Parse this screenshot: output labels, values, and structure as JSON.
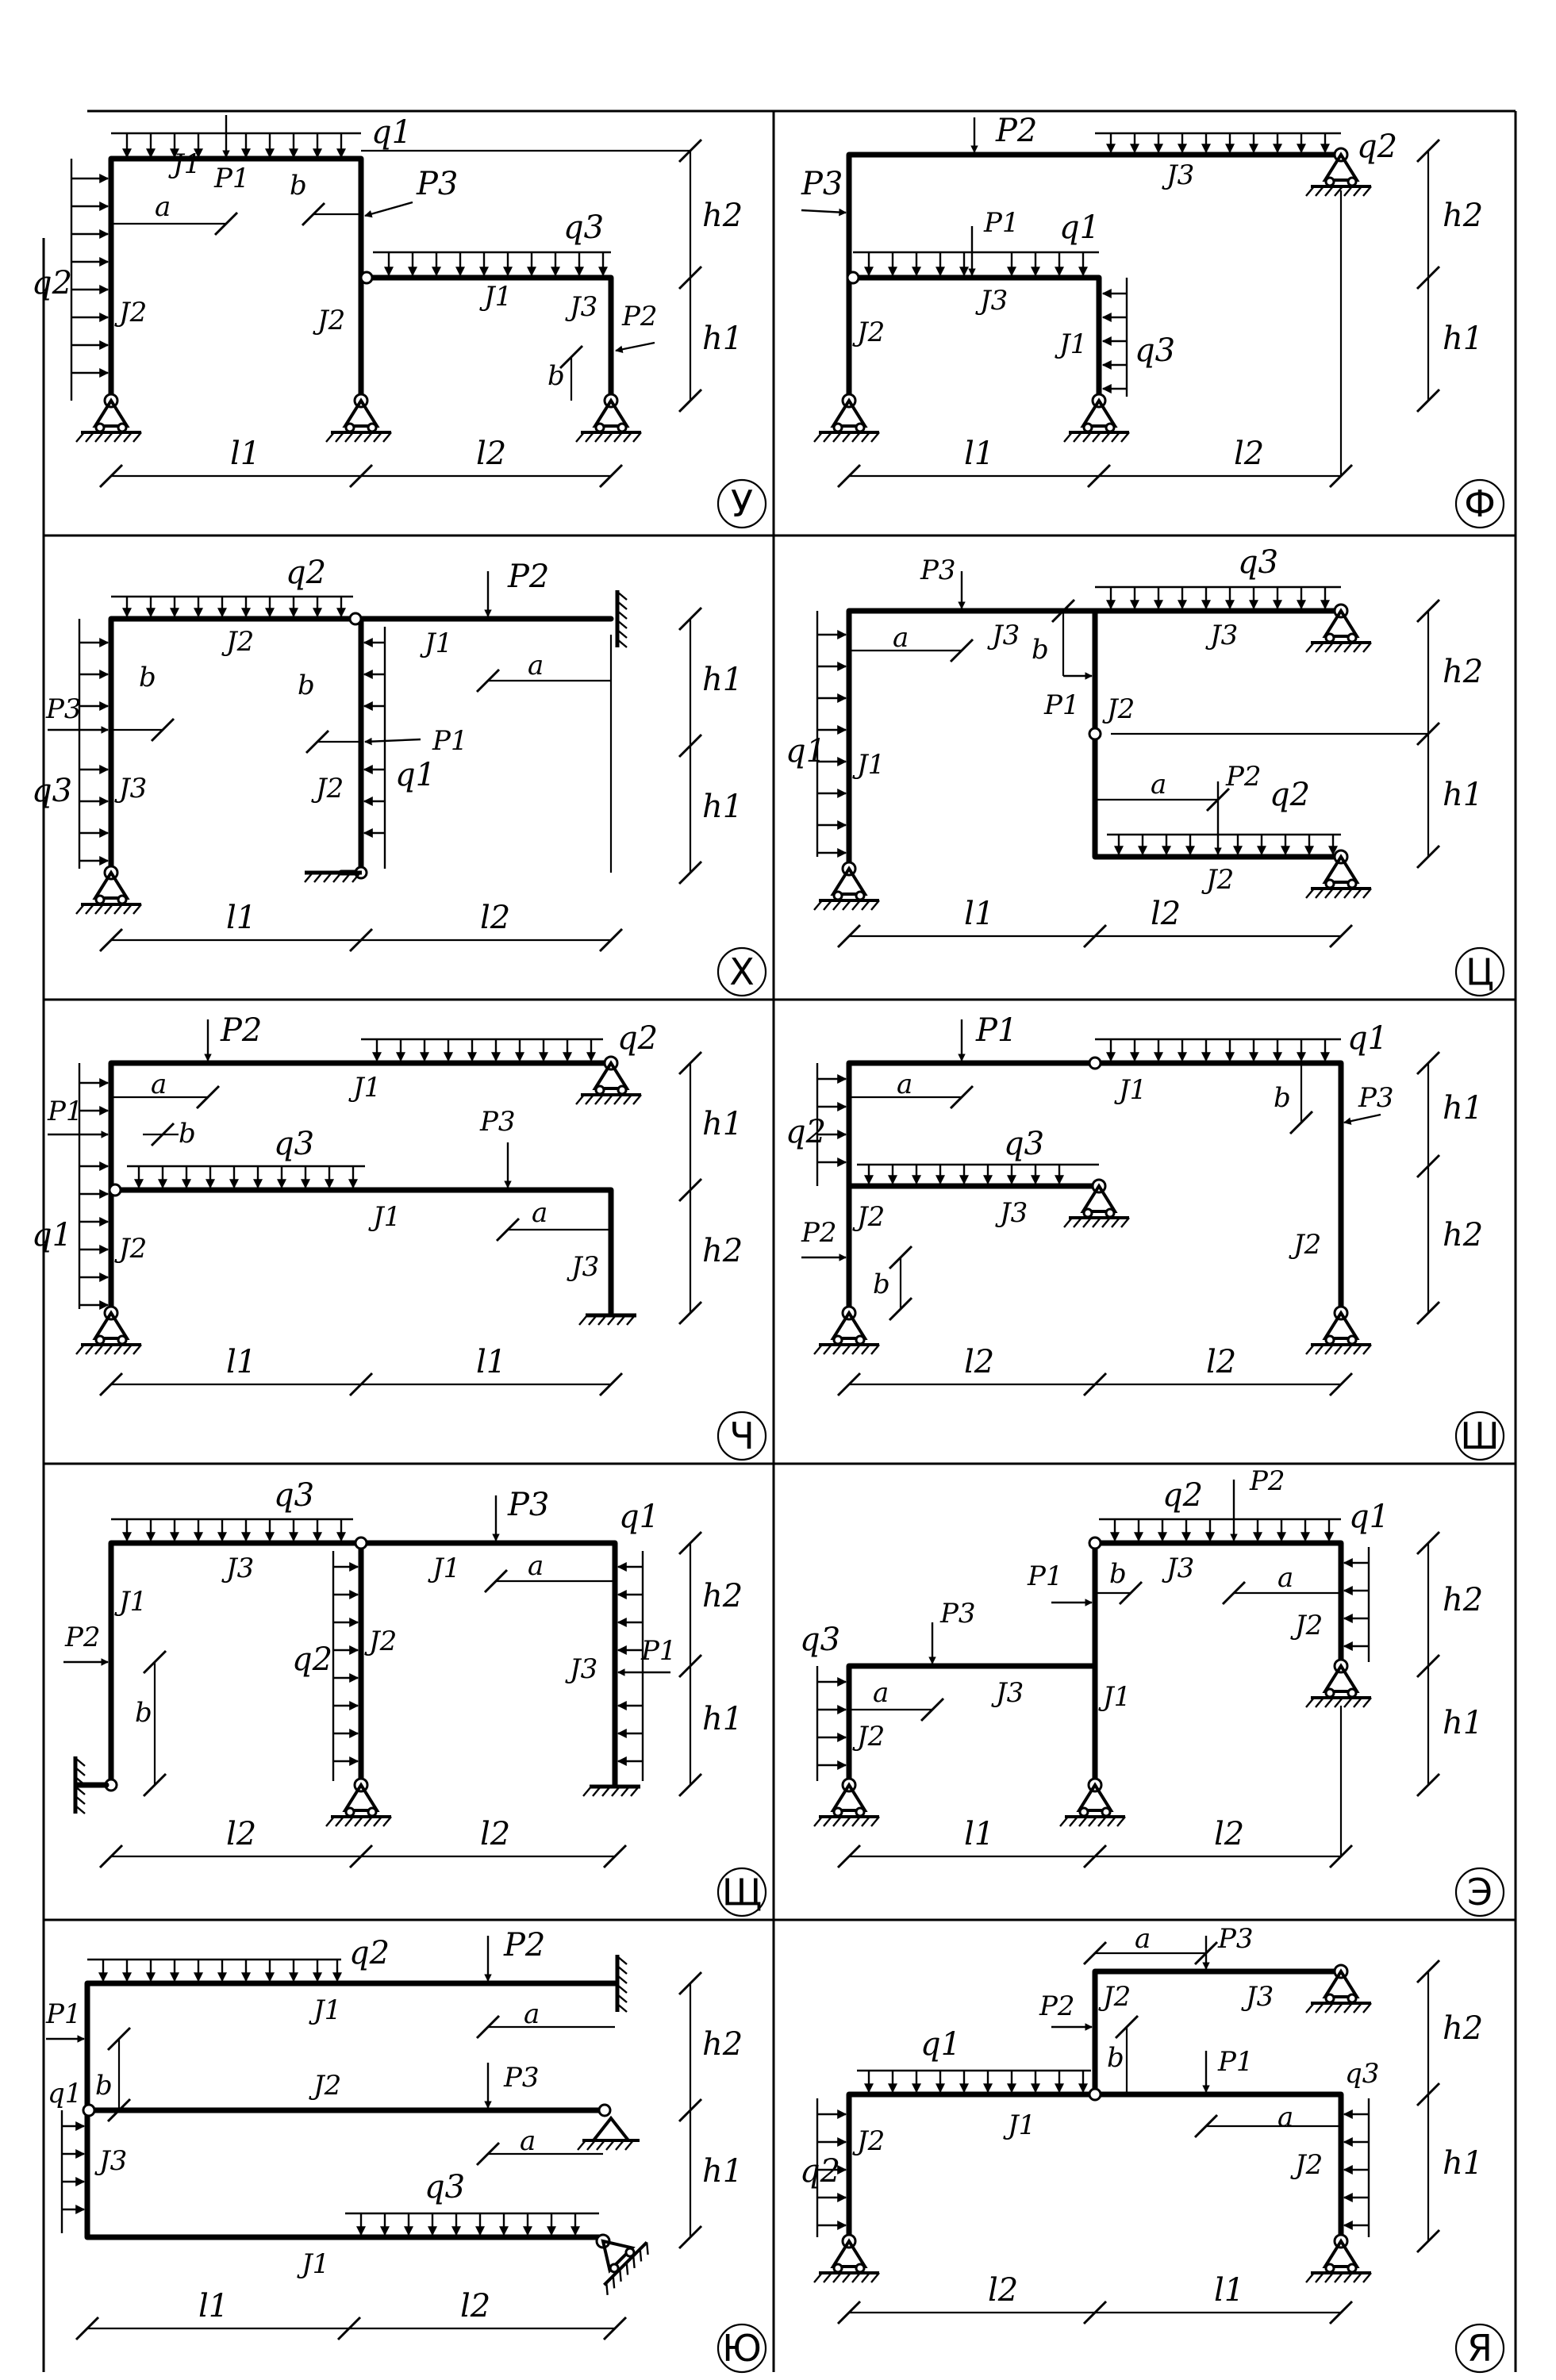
{
  "sheet": {
    "panels": [
      {
        "id": "U",
        "letter": "У"
      },
      {
        "id": "F",
        "letter": "Ф"
      },
      {
        "id": "Kh",
        "letter": "Х"
      },
      {
        "id": "Ts",
        "letter": "Ц"
      },
      {
        "id": "Ch",
        "letter": "Ч"
      },
      {
        "id": "Sh",
        "letter": "Ш"
      },
      {
        "id": "Shch",
        "letter": "Щ"
      },
      {
        "id": "E",
        "letter": "Э"
      },
      {
        "id": "Yu",
        "letter": "Ю"
      },
      {
        "id": "Ya",
        "letter": "Я"
      }
    ]
  },
  "labels": {
    "q1": "q1",
    "q2": "q2",
    "q3": "q3",
    "P1": "P1",
    "P2": "P2",
    "P3": "P3",
    "J1": "J1",
    "J2": "J2",
    "J3": "J3",
    "l1": "l1",
    "l2": "l2",
    "h1": "h1",
    "h2": "h2",
    "a": "a",
    "b": "b"
  }
}
